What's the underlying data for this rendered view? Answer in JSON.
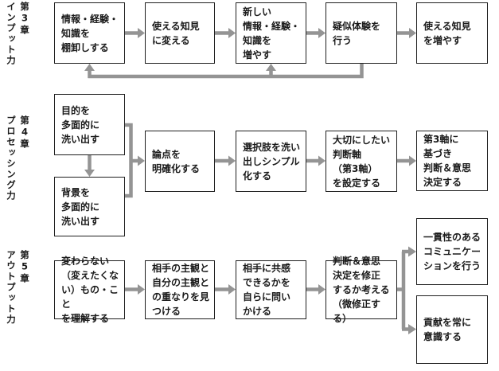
{
  "colors": {
    "background": "#ffffff",
    "box_border": "#1f1f1f",
    "arrow_gray": "#949494",
    "text": "#1a1a1a"
  },
  "rows": [
    {
      "chapter": "第3章",
      "skill": "インプット力",
      "boxes": [
        {
          "text": "情報・経験・\n知識を\n棚卸しする"
        },
        {
          "text": "使える知見\nに変える"
        },
        {
          "text": "新しい\n情報・経験・\n知識を\n増やす"
        },
        {
          "text": "疑似体験を\n行う"
        },
        {
          "text": "使える知見\nを増やす"
        }
      ]
    },
    {
      "chapter": "第4章",
      "skill": "プロセッシング力",
      "boxes": [
        {
          "text": "目的を\n多面的に\n洗い出す"
        },
        {
          "text": "背景を\n多面的に\n洗い出す"
        },
        {
          "text": "論点を\n明確化する"
        },
        {
          "text": "選択肢を洗い\n出しシンプル\n化する"
        },
        {
          "text": "大切にしたい\n判断軸\n（第3軸）\nを設定する"
        },
        {
          "text": "第3軸に\n基づき\n判断＆意思\n決定する"
        }
      ]
    },
    {
      "chapter": "第5章",
      "skill": "アウトプット力",
      "boxes": [
        {
          "text": "変わらない\n（変えたくな\nい）もの・こと\nを理解する"
        },
        {
          "text": "相手の主観と\n自分の主観と\nの重なりを見\nつける"
        },
        {
          "text": "相手に共感\nできるかを\n自らに問い\nかける"
        },
        {
          "text": "判断＆意思\n決定を修正\nするか考える\n（微修正する）"
        },
        {
          "text": "一貫性のある\nコミュニケー\nションを行う"
        },
        {
          "text": "貢献を常に\n意識する"
        }
      ]
    }
  ]
}
